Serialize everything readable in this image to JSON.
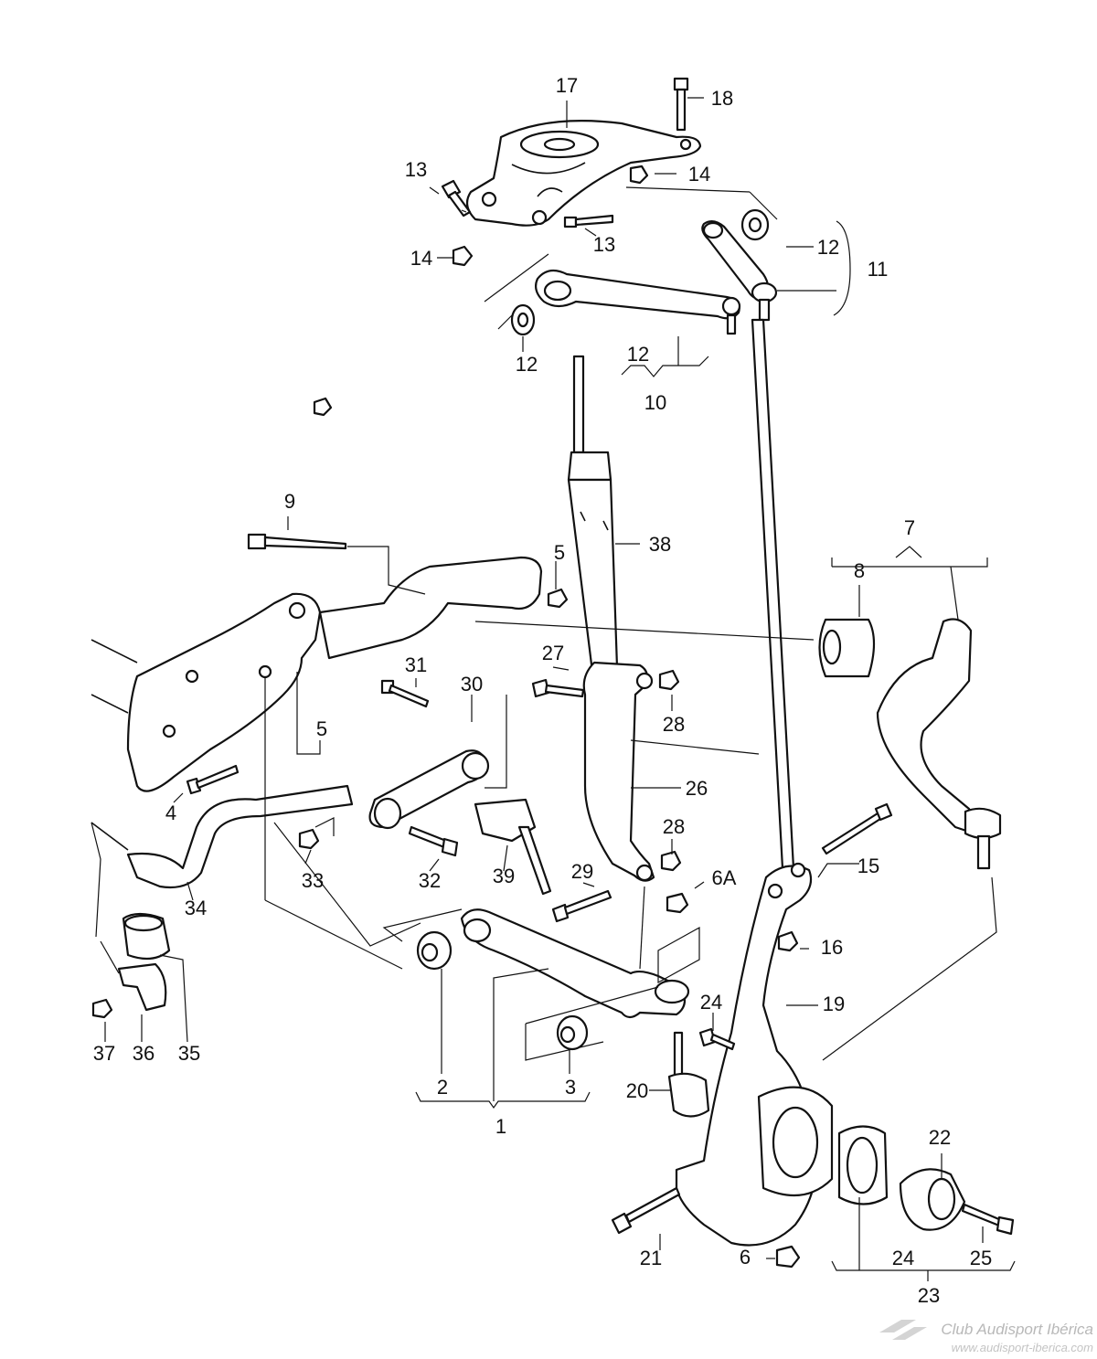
{
  "callouts": {
    "c1": "1",
    "c2": "2",
    "c3": "3",
    "c4": "4",
    "c5a": "5",
    "c5b": "5",
    "c6": "6",
    "c6A": "6A",
    "c7": "7",
    "c8": "8",
    "c9": "9",
    "c10": "10",
    "c11": "11",
    "c12a": "12",
    "c12b": "12",
    "c12c": "12",
    "c13a": "13",
    "c13b": "13",
    "c14a": "14",
    "c14b": "14",
    "c15": "15",
    "c16": "16",
    "c17": "17",
    "c18": "18",
    "c19": "19",
    "c20": "20",
    "c21": "21",
    "c22": "22",
    "c23": "23",
    "c24a": "24",
    "c24b": "24",
    "c25": "25",
    "c26": "26",
    "c27": "27",
    "c28a": "28",
    "c28b": "28",
    "c29": "29",
    "c30": "30",
    "c31": "31",
    "c32": "32",
    "c33": "33",
    "c34": "34",
    "c35": "35",
    "c36": "36",
    "c37": "37",
    "c38": "38",
    "c39": "39"
  },
  "watermark": {
    "brand": "Club Audisport Ibérica",
    "url": "www.audisport-iberica.com"
  }
}
